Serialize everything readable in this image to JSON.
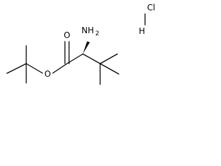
{
  "atoms": {
    "o_carbonyl": "O",
    "o_ester": "O",
    "amine": "NH",
    "amine_count": "2",
    "chlorine": "Cl",
    "hydrogen": "H"
  }
}
